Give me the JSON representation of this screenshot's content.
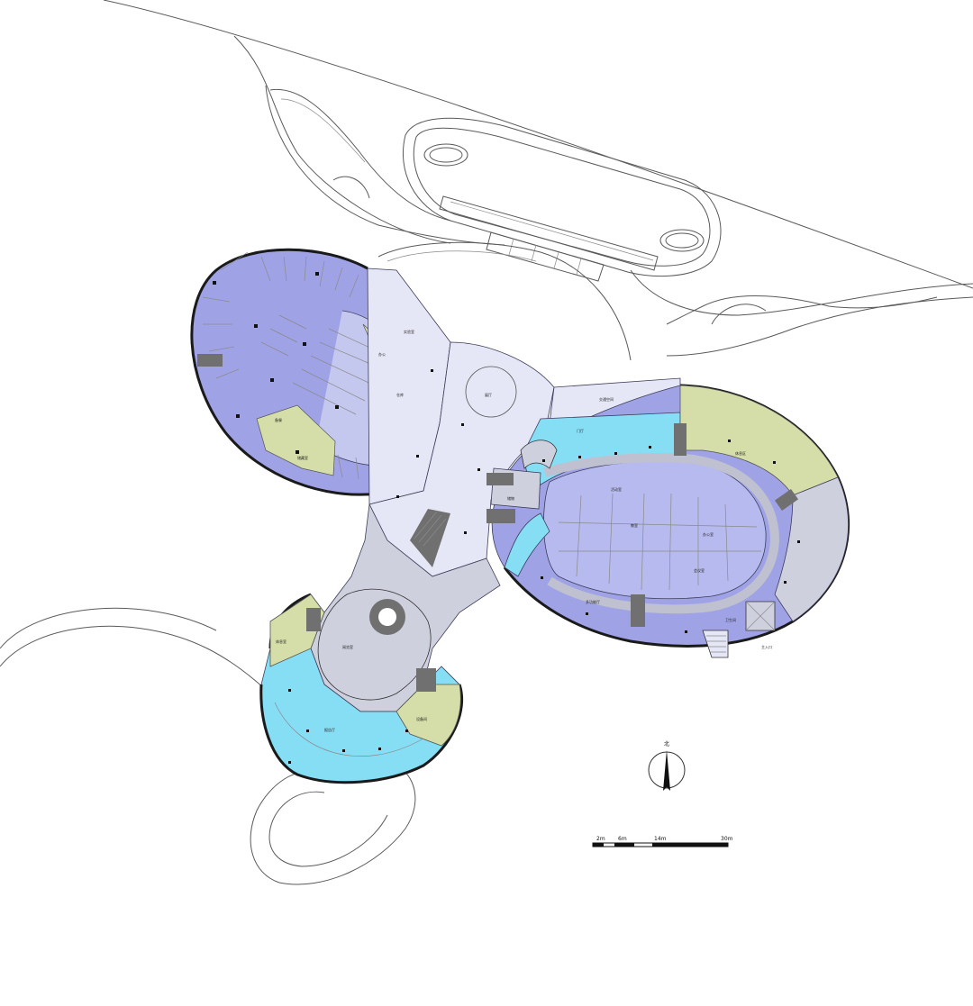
{
  "colors": {
    "purple": "#9fa3e6",
    "lavender": "#d4d6ef",
    "light_lavender": "#e6e7f6",
    "cyan": "#86def5",
    "olive": "#d5deA8",
    "grey": "#cfd0de",
    "stair": "#707070"
  },
  "north_label": "北",
  "scale_labels": [
    "2m",
    "6m",
    "14m",
    "30m"
  ],
  "room_labels": {
    "west_a": "实验室",
    "west_b": "办公",
    "west_c": "仓库",
    "west_d": "储藏室",
    "west_e": "备餐",
    "hub_a": "展厅",
    "hub_b": "交通空间",
    "east_a": "门厅",
    "east_b": "休息区",
    "east_c": "活动室",
    "east_d": "储物",
    "east_e": "教室",
    "east_f": "办公室",
    "east_g": "会议室",
    "east_h": "多功能厅",
    "east_i": "卫生间",
    "south_a": "阅览室",
    "south_b": "报告厅",
    "south_c": "休息室",
    "south_d": "设备间",
    "entry": "主入口"
  }
}
